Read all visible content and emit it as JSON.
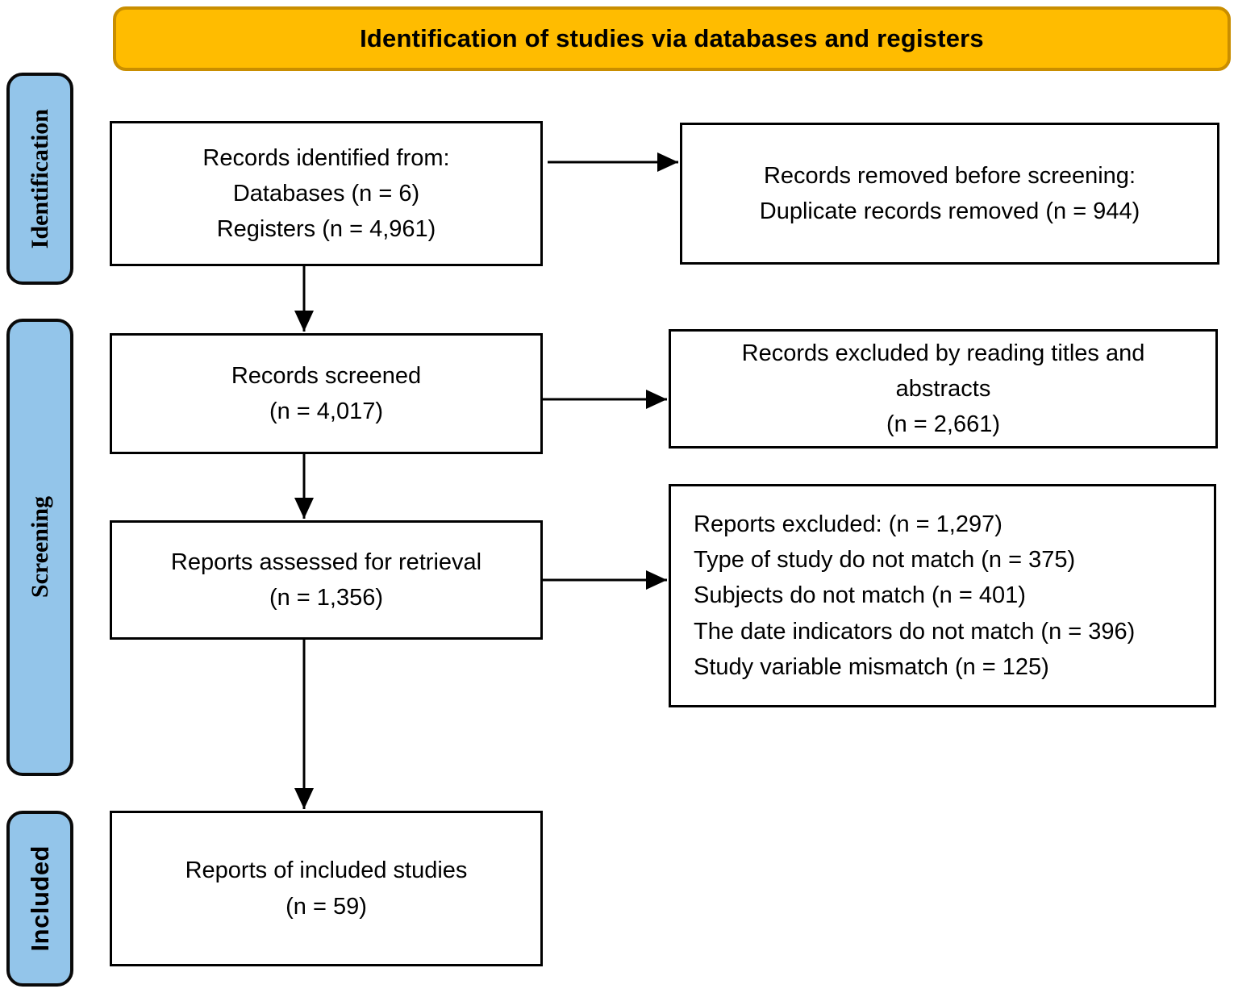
{
  "banner": {
    "title": "Identification of studies via databases and registers"
  },
  "stages": [
    {
      "label": "Identification"
    },
    {
      "label": "Screening"
    },
    {
      "label": "Included"
    }
  ],
  "boxes": {
    "records_identified": {
      "lines": [
        "Records identified from:",
        "Databases (n = 6)",
        "Registers (n = 4,961)"
      ]
    },
    "records_removed": {
      "lines": [
        "Records removed before screening:",
        "Duplicate records removed (n = 944)"
      ]
    },
    "records_screened": {
      "lines": [
        "Records screened",
        "(n = 4,017)"
      ]
    },
    "records_excluded_titles_abstracts": {
      "lines": [
        "Records excluded by reading titles and abstracts",
        "(n = 2,661)"
      ]
    },
    "reports_assessed": {
      "lines": [
        "Reports assessed for retrieval",
        "(n = 1,356)"
      ]
    },
    "reports_excluded": {
      "lines": [
        "Reports excluded: (n = 1,297)",
        "Type of study do not match (n = 375)",
        "Subjects do not match (n = 401)",
        "The date indicators do not match (n = 396)",
        "Study variable mismatch (n = 125)"
      ]
    },
    "reports_included": {
      "lines": [
        "Reports of included studies",
        "(n = 59)"
      ]
    }
  },
  "colors": {
    "banner_fill": "#FFBC00",
    "banner_border": "#C98E00",
    "stage_fill": "#93C5EA",
    "box_border": "#000000",
    "arrow": "#000000"
  }
}
